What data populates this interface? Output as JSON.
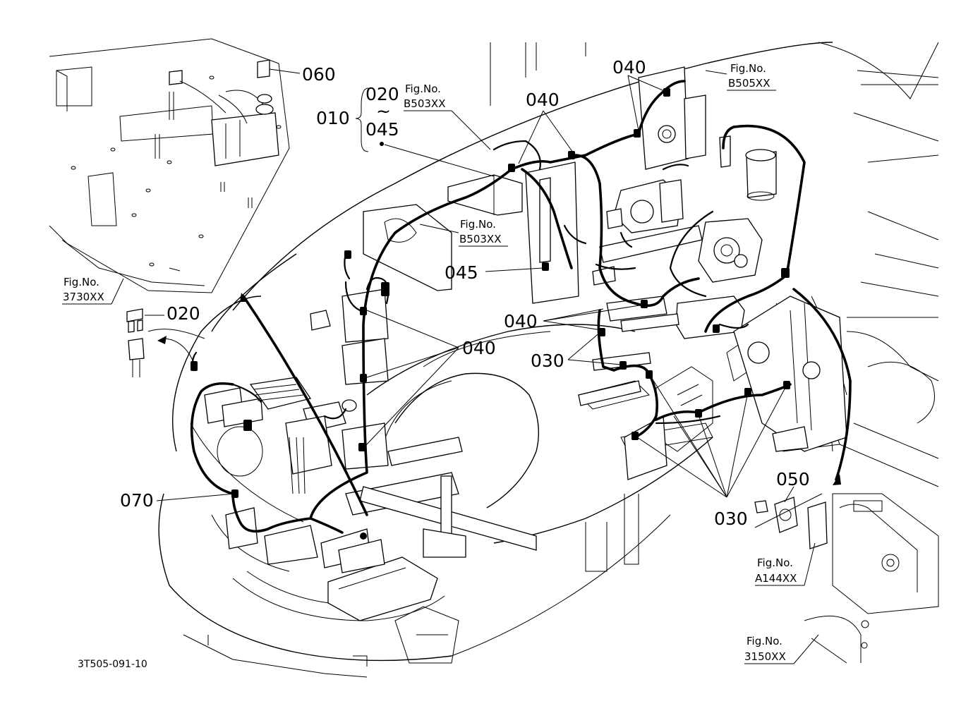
{
  "callouts": {
    "c060": "060",
    "c010": "010",
    "c020_top": "020",
    "c_tilde": "~",
    "c045_top": "045",
    "c040_top_center": "040",
    "c040_top_right": "040",
    "c045_mid": "045",
    "c040_mid_right": "040",
    "c040_left": "040",
    "c030_mid": "030",
    "c020_left": "020",
    "c070": "070",
    "c050": "050",
    "c030_bottom": "030"
  },
  "fig_refs": [
    {
      "label": "Fig.No.",
      "number": "B503XX"
    },
    {
      "label": "Fig.No.",
      "number": "B503XX"
    },
    {
      "label": "Fig.No.",
      "number": "B505XX"
    },
    {
      "label": "Fig.No.",
      "number": "3730XX"
    },
    {
      "label": "Fig.No.",
      "number": "A144XX"
    },
    {
      "label": "Fig.No.",
      "number": "3150XX"
    }
  ],
  "drawing_code": "3T505-091-10"
}
